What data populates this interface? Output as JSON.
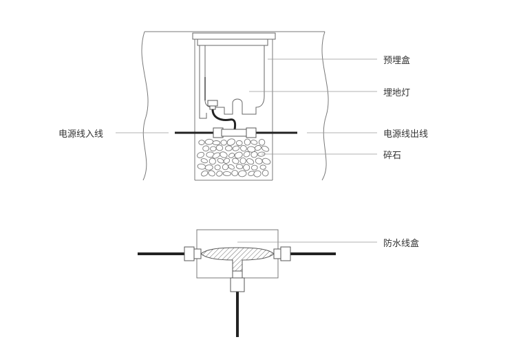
{
  "labels": {
    "box": "预埋盒",
    "light": "埋地灯",
    "cable_in": "电源线入线",
    "cable_out": "电源线出线",
    "gravel": "碎石",
    "junction": "防水线盒"
  },
  "colors": {
    "line": "#555555",
    "cable": "#222222",
    "leader": "#999999"
  },
  "icons": {
    "connector": "cable-gland-icon",
    "splice": "hatched-splice-icon"
  }
}
